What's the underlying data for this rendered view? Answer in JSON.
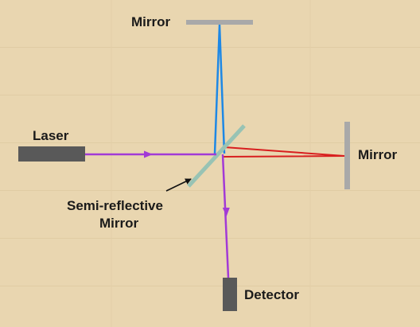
{
  "labels": {
    "top_mirror": "Mirror",
    "right_mirror": "Mirror",
    "laser": "Laser",
    "splitter_line1": "Semi-reflective",
    "splitter_line2": "Mirror",
    "detector": "Detector"
  },
  "colors": {
    "background": "#e9d6b0",
    "component": "#595959",
    "mirror": "#a9a9a9",
    "splitter": "#98c3b4",
    "beam_combined": "#a23ad6",
    "beam_vertical_arm": "#1e88e5",
    "beam_horizontal_arm": "#d81f1f",
    "pointer_arrow": "#111111"
  }
}
